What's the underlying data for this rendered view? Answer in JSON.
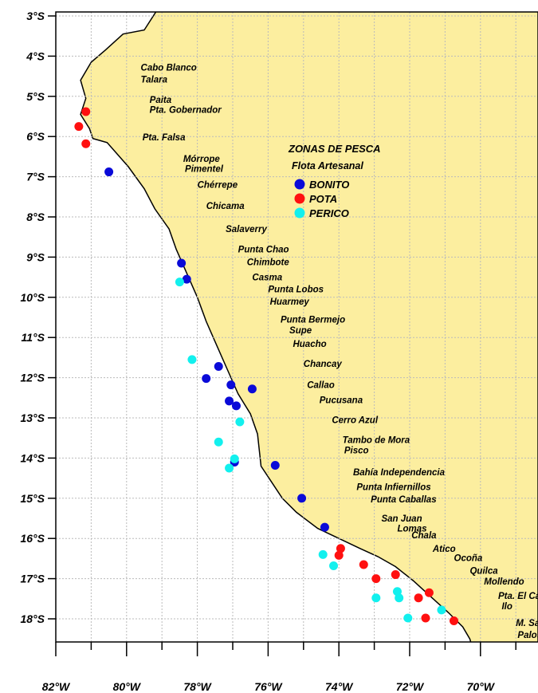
{
  "colors": {
    "land": "#FCEE9F",
    "sea": "#FFFFFF",
    "grid": "#BBBBBB",
    "bonito": "#0A0AD8",
    "pota": "#FF1010",
    "perico": "#12F0EE"
  },
  "lat_ticks": [
    {
      "lat": -3,
      "label": "3°S"
    },
    {
      "lat": -4,
      "label": "4°S"
    },
    {
      "lat": -5,
      "label": "5°S"
    },
    {
      "lat": -6,
      "label": "6°S"
    },
    {
      "lat": -7,
      "label": "7°S"
    },
    {
      "lat": -8,
      "label": "8°S"
    },
    {
      "lat": -9,
      "label": "9°S"
    },
    {
      "lat": -10,
      "label": "10°S"
    },
    {
      "lat": -11,
      "label": "11°S"
    },
    {
      "lat": -12,
      "label": "12°S"
    },
    {
      "lat": -13,
      "label": "13°S"
    },
    {
      "lat": -14,
      "label": "14°S"
    },
    {
      "lat": -15,
      "label": "15°S"
    },
    {
      "lat": -16,
      "label": "16°S"
    },
    {
      "lat": -17,
      "label": "17°S"
    },
    {
      "lat": -18,
      "label": "18°S"
    }
  ],
  "lon_ticks": [
    {
      "lon": -82,
      "label": "82°W"
    },
    {
      "lon": -80,
      "label": "80°W"
    },
    {
      "lon": -78,
      "label": "78°W"
    },
    {
      "lon": -76,
      "label": "76°W"
    },
    {
      "lon": -74,
      "label": "74°W"
    },
    {
      "lon": -72,
      "label": "72°W"
    },
    {
      "lon": -70,
      "label": "70°W"
    }
  ],
  "legend": {
    "title": "ZONAS DE PESCA",
    "subtitle": "Flota Artesanal",
    "items": [
      {
        "label": "BONITO",
        "color_key": "bonito"
      },
      {
        "label": "POTA",
        "color_key": "pota"
      },
      {
        "label": "PERICO",
        "color_key": "perico"
      }
    ]
  },
  "places": [
    {
      "name": "Cabo Blanco",
      "lon": -79.6,
      "lat": -4.28
    },
    {
      "name": "Talara",
      "lon": -79.6,
      "lat": -4.58
    },
    {
      "name": "Paita",
      "lon": -79.35,
      "lat": -5.08
    },
    {
      "name": "Pta. Gobernador",
      "lon": -79.35,
      "lat": -5.33
    },
    {
      "name": "Pta. Falsa",
      "lon": -79.55,
      "lat": -6.02
    },
    {
      "name": "Mórrope",
      "lon": -78.4,
      "lat": -6.55
    },
    {
      "name": "Pimentel",
      "lon": -78.35,
      "lat": -6.8
    },
    {
      "name": "Chérrepe",
      "lon": -78.0,
      "lat": -7.2
    },
    {
      "name": "Chicama",
      "lon": -77.75,
      "lat": -7.72
    },
    {
      "name": "Salaverry",
      "lon": -77.2,
      "lat": -8.3
    },
    {
      "name": "Punta Chao",
      "lon": -76.85,
      "lat": -8.8
    },
    {
      "name": "Chimbote",
      "lon": -76.6,
      "lat": -9.12
    },
    {
      "name": "Casma",
      "lon": -76.45,
      "lat": -9.5
    },
    {
      "name": "Punta Lobos",
      "lon": -76.0,
      "lat": -9.8
    },
    {
      "name": "Huarmey",
      "lon": -75.95,
      "lat": -10.1
    },
    {
      "name": "Punta Bermejo",
      "lon": -75.65,
      "lat": -10.55
    },
    {
      "name": "Supe",
      "lon": -75.4,
      "lat": -10.82
    },
    {
      "name": "Huacho",
      "lon": -75.3,
      "lat": -11.15
    },
    {
      "name": "Chancay",
      "lon": -75.0,
      "lat": -11.65
    },
    {
      "name": "Callao",
      "lon": -74.9,
      "lat": -12.18
    },
    {
      "name": "Pucusana",
      "lon": -74.55,
      "lat": -12.55
    },
    {
      "name": "Cerro Azul",
      "lon": -74.2,
      "lat": -13.05
    },
    {
      "name": "Tambo de Mora",
      "lon": -73.9,
      "lat": -13.55
    },
    {
      "name": "Pisco",
      "lon": -73.85,
      "lat": -13.8
    },
    {
      "name": "Bahía Independencia",
      "lon": -73.6,
      "lat": -14.35
    },
    {
      "name": "Punta Infiernillos",
      "lon": -73.5,
      "lat": -14.72
    },
    {
      "name": "Punta Caballas",
      "lon": -73.1,
      "lat": -15.02
    },
    {
      "name": "San Juan",
      "lon": -72.8,
      "lat": -15.5
    },
    {
      "name": "Lomas",
      "lon": -72.35,
      "lat": -15.75
    },
    {
      "name": "Chala",
      "lon": -71.95,
      "lat": -15.92
    },
    {
      "name": "Atico",
      "lon": -71.35,
      "lat": -16.25
    },
    {
      "name": "Ocoña",
      "lon": -70.75,
      "lat": -16.48
    },
    {
      "name": "Quilca",
      "lon": -70.3,
      "lat": -16.8
    },
    {
      "name": "Mollendo",
      "lon": -69.9,
      "lat": -17.07
    },
    {
      "name": "Pta. El Carmen",
      "lon": -69.5,
      "lat": -17.42
    },
    {
      "name": "Ilo",
      "lon": -69.4,
      "lat": -17.68
    },
    {
      "name": "M. Sama",
      "lon": -69.0,
      "lat": -18.1
    },
    {
      "name": "Palos",
      "lon": -68.95,
      "lat": -18.4
    }
  ],
  "points": {
    "bonito": [
      [
        -80.5,
        -6.88
      ],
      [
        -78.45,
        -9.15
      ],
      [
        -78.3,
        -9.55
      ],
      [
        -77.4,
        -11.72
      ],
      [
        -77.75,
        -12.02
      ],
      [
        -77.05,
        -12.18
      ],
      [
        -76.45,
        -12.28
      ],
      [
        -77.1,
        -12.58
      ],
      [
        -76.9,
        -12.7
      ],
      [
        -76.95,
        -14.1
      ],
      [
        -75.8,
        -14.18
      ],
      [
        -75.05,
        -15.0
      ],
      [
        -74.4,
        -15.72
      ]
    ],
    "pota": [
      [
        -81.15,
        -5.38
      ],
      [
        -81.35,
        -5.75
      ],
      [
        -81.15,
        -6.18
      ],
      [
        -73.95,
        -16.25
      ],
      [
        -74.0,
        -16.42
      ],
      [
        -73.3,
        -16.65
      ],
      [
        -72.95,
        -17.0
      ],
      [
        -72.4,
        -16.9
      ],
      [
        -71.75,
        -17.48
      ],
      [
        -71.45,
        -17.35
      ],
      [
        -71.55,
        -17.98
      ],
      [
        -70.75,
        -18.05
      ]
    ],
    "perico": [
      [
        -78.5,
        -9.62
      ],
      [
        -78.15,
        -11.55
      ],
      [
        -76.8,
        -13.1
      ],
      [
        -77.4,
        -13.6
      ],
      [
        -76.95,
        -14.02
      ],
      [
        -77.1,
        -14.25
      ],
      [
        -74.45,
        -16.4
      ],
      [
        -74.15,
        -16.68
      ],
      [
        -72.95,
        -17.48
      ],
      [
        -72.35,
        -17.32
      ],
      [
        -72.3,
        -17.48
      ],
      [
        -72.05,
        -17.98
      ],
      [
        -71.1,
        -17.78
      ]
    ]
  }
}
